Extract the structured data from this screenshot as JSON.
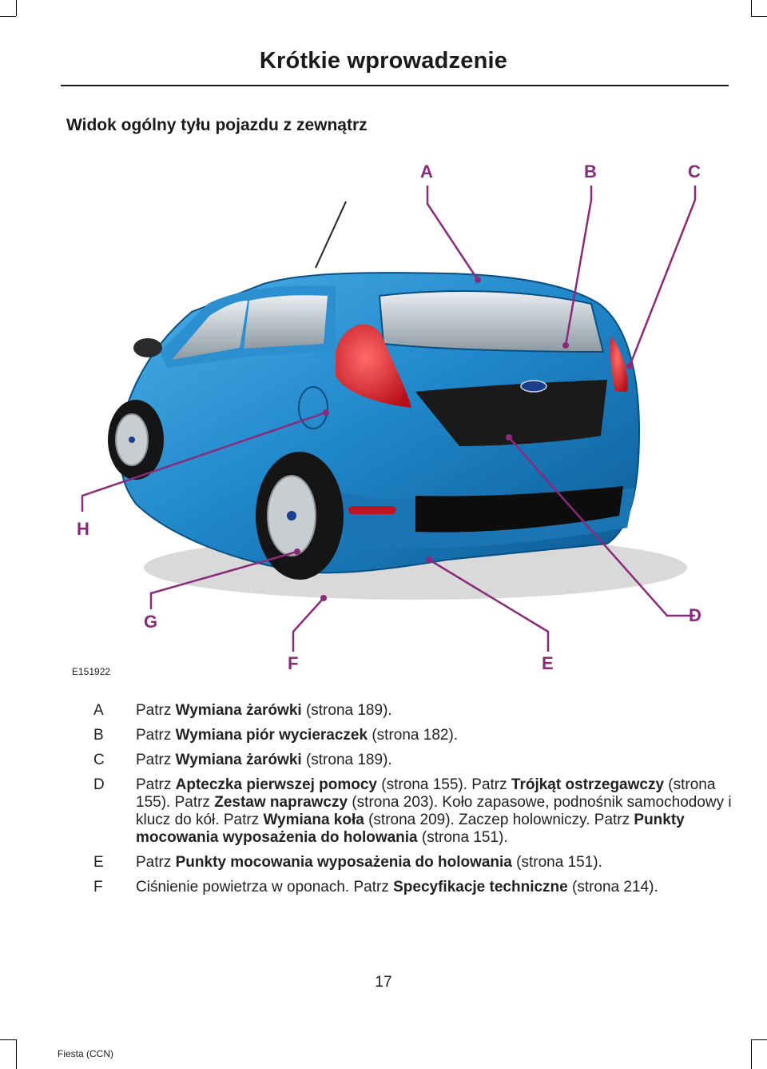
{
  "header": {
    "title": "Krótkie wprowadzenie"
  },
  "section": {
    "heading": "Widok ogólny tyłu pojazdu z zewnątrz"
  },
  "figure": {
    "id": "E151922",
    "callouts": [
      "A",
      "B",
      "C",
      "D",
      "E",
      "F",
      "G",
      "H"
    ],
    "callout_color": "#8a2a7b",
    "car_color": "#1f86c9"
  },
  "legend": [
    {
      "key": "A",
      "parts": [
        {
          "t": "Patrz "
        },
        {
          "t": "Wymiana żarówki",
          "b": true
        },
        {
          "t": " (strona 189)."
        }
      ]
    },
    {
      "key": "B",
      "parts": [
        {
          "t": "Patrz "
        },
        {
          "t": "Wymiana piór wycieraczek",
          "b": true
        },
        {
          "t": " (strona 182)."
        }
      ]
    },
    {
      "key": "C",
      "parts": [
        {
          "t": "Patrz "
        },
        {
          "t": "Wymiana żarówki",
          "b": true
        },
        {
          "t": " (strona 189)."
        }
      ]
    },
    {
      "key": "D",
      "parts": [
        {
          "t": "Patrz "
        },
        {
          "t": "Apteczka pierwszej pomocy",
          "b": true
        },
        {
          "t": " (strona 155). Patrz "
        },
        {
          "t": "Trójkąt ostrzegawczy",
          "b": true
        },
        {
          "t": " (strona 155). Patrz "
        },
        {
          "t": "Zestaw naprawczy",
          "b": true
        },
        {
          "t": " (strona 203). Koło zapasowe, podnośnik samochodowy i klucz do kół. Patrz "
        },
        {
          "t": "Wymiana koła",
          "b": true
        },
        {
          "t": " (strona 209). Zaczep holowniczy. Patrz "
        },
        {
          "t": "Punkty mocowania wyposażenia do holowania",
          "b": true
        },
        {
          "t": " (strona 151)."
        }
      ]
    },
    {
      "key": "E",
      "parts": [
        {
          "t": "Patrz "
        },
        {
          "t": "Punkty mocowania wyposażenia do holowania",
          "b": true
        },
        {
          "t": " (strona 151)."
        }
      ]
    },
    {
      "key": "F",
      "parts": [
        {
          "t": "Ciśnienie powietrza w oponach. Patrz "
        },
        {
          "t": "Specyfikacje techniczne",
          "b": true
        },
        {
          "t": " (strona 214)."
        }
      ]
    }
  ],
  "footer": {
    "page_number": "17",
    "model": "Fiesta (CCN)"
  }
}
